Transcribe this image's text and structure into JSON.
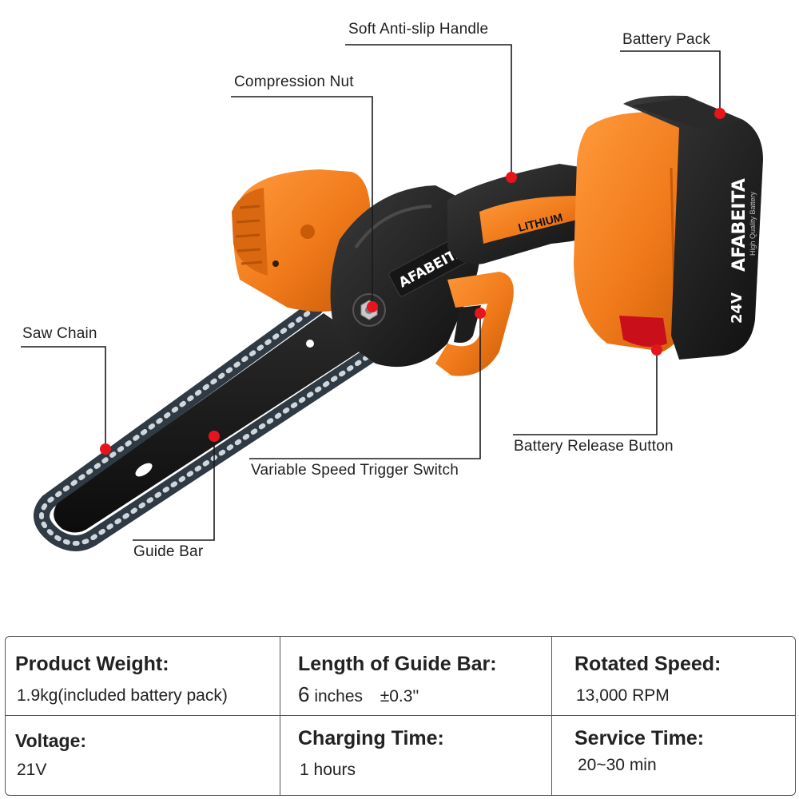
{
  "callouts": {
    "soft_handle": "Soft Anti-slip Handle",
    "battery_pack": "Battery Pack",
    "compression_nut": "Compression Nut",
    "saw_chain": "Saw Chain",
    "battery_release": "Battery Release Button",
    "trigger_switch": "Variable Speed Trigger Switch",
    "guide_bar": "Guide Bar"
  },
  "product": {
    "brand": "AFABEITA",
    "brand_tagline": "High Quality Battery",
    "handle_text": "LITHIUM",
    "voltage_badge": "24V"
  },
  "specs": {
    "weight": {
      "label": "Product Weight:",
      "value": "1.9kg(included battery pack)"
    },
    "bar_length": {
      "label": "Length of Guide Bar:",
      "value_number": "6",
      "value_unit": "inches",
      "value_tolerance": "±0.3''"
    },
    "speed": {
      "label": "Rotated Speed:",
      "value": "13,000 RPM"
    },
    "voltage": {
      "label": "Voltage:",
      "value": "21V"
    },
    "charging": {
      "label": "Charging Time:",
      "value": "1 hours"
    },
    "service": {
      "label": "Service Time:",
      "value": "20~30 min"
    }
  },
  "colors": {
    "body_orange": "#f07a1a",
    "dark_body": "#1d1d1d",
    "marker_red": "#e8141c",
    "brand_blue": "#2b8fe0"
  }
}
